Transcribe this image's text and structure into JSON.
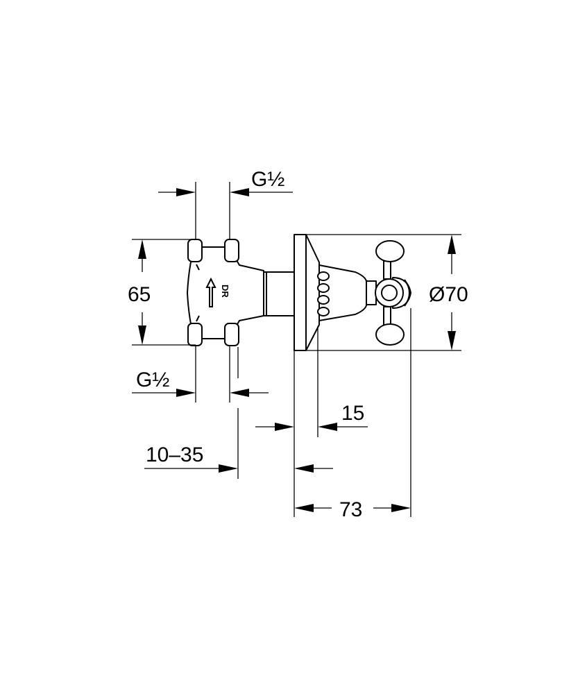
{
  "dimensions": {
    "thread_top": "G½",
    "height": "65",
    "diameter": "Ø70",
    "thread_bottom": "G½",
    "depth_15": "15",
    "range": "10–35",
    "depth_73": "73"
  },
  "body_marking": "DR"
}
